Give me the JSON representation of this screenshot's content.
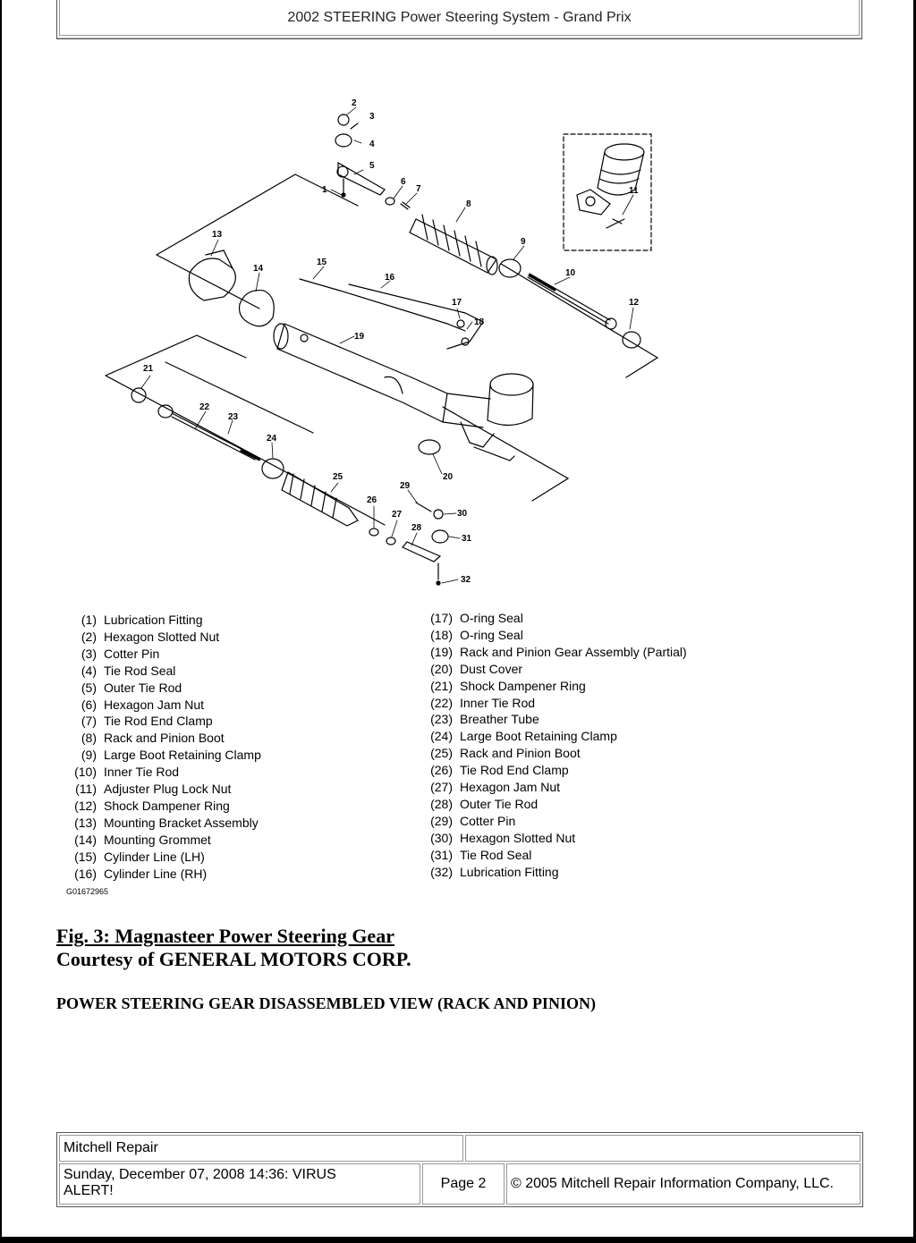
{
  "header": {
    "title": "2002 STEERING Power Steering System - Grand Prix"
  },
  "diagram": {
    "callouts": [
      "1",
      "2",
      "3",
      "4",
      "5",
      "6",
      "7",
      "8",
      "9",
      "10",
      "11",
      "12",
      "13",
      "14",
      "15",
      "16",
      "17",
      "18",
      "19",
      "20",
      "21",
      "22",
      "23",
      "24",
      "25",
      "26",
      "27",
      "28",
      "29",
      "30",
      "31",
      "32"
    ]
  },
  "legend": {
    "left": [
      {
        "num": "(1)",
        "label": "Lubrication Fitting"
      },
      {
        "num": "(2)",
        "label": "Hexagon Slotted Nut"
      },
      {
        "num": "(3)",
        "label": "Cotter Pin"
      },
      {
        "num": "(4)",
        "label": "Tie Rod Seal"
      },
      {
        "num": "(5)",
        "label": "Outer Tie Rod"
      },
      {
        "num": "(6)",
        "label": "Hexagon Jam Nut"
      },
      {
        "num": "(7)",
        "label": "Tie Rod End Clamp"
      },
      {
        "num": "(8)",
        "label": "Rack and Pinion Boot"
      },
      {
        "num": "(9)",
        "label": "Large Boot Retaining Clamp"
      },
      {
        "num": "(10)",
        "label": "Inner Tie Rod"
      },
      {
        "num": "(11)",
        "label": "Adjuster Plug Lock Nut"
      },
      {
        "num": "(12)",
        "label": "Shock Dampener Ring"
      },
      {
        "num": "(13)",
        "label": "Mounting Bracket Assembly"
      },
      {
        "num": "(14)",
        "label": "Mounting Grommet"
      },
      {
        "num": "(15)",
        "label": "Cylinder Line (LH)"
      },
      {
        "num": "(16)",
        "label": "Cylinder Line (RH)"
      }
    ],
    "right": [
      {
        "num": "(17)",
        "label": "O-ring Seal"
      },
      {
        "num": "(18)",
        "label": "O-ring Seal"
      },
      {
        "num": "(19)",
        "label": "Rack and Pinion Gear Assembly (Partial)"
      },
      {
        "num": "(20)",
        "label": "Dust Cover"
      },
      {
        "num": "(21)",
        "label": "Shock Dampener Ring"
      },
      {
        "num": "(22)",
        "label": "Inner Tie Rod"
      },
      {
        "num": "(23)",
        "label": "Breather Tube"
      },
      {
        "num": "(24)",
        "label": "Large Boot Retaining Clamp"
      },
      {
        "num": "(25)",
        "label": "Rack and Pinion Boot"
      },
      {
        "num": "(26)",
        "label": "Tie Rod End Clamp"
      },
      {
        "num": "(27)",
        "label": "Hexagon Jam Nut"
      },
      {
        "num": "(28)",
        "label": "Outer Tie Rod"
      },
      {
        "num": "(29)",
        "label": "Cotter Pin"
      },
      {
        "num": "(30)",
        "label": "Hexagon Slotted Nut"
      },
      {
        "num": "(31)",
        "label": "Tie Rod Seal"
      },
      {
        "num": "(32)",
        "label": "Lubrication Fitting"
      }
    ],
    "image_code": "G01672965"
  },
  "figure": {
    "title": "Fig. 3: Magnasteer Power Steering Gear",
    "courtesy": "Courtesy of GENERAL MOTORS CORP."
  },
  "section": {
    "heading": "POWER STEERING GEAR DISASSEMBLED VIEW (RACK AND PINION)"
  },
  "footer": {
    "brand": "Mitchell Repair",
    "date_line1": "Sunday, December 07, 2008 14:36: VIRUS",
    "date_line2": "ALERT!",
    "page": "Page 2",
    "copyright": "© 2005 Mitchell Repair Information Company, LLC."
  }
}
